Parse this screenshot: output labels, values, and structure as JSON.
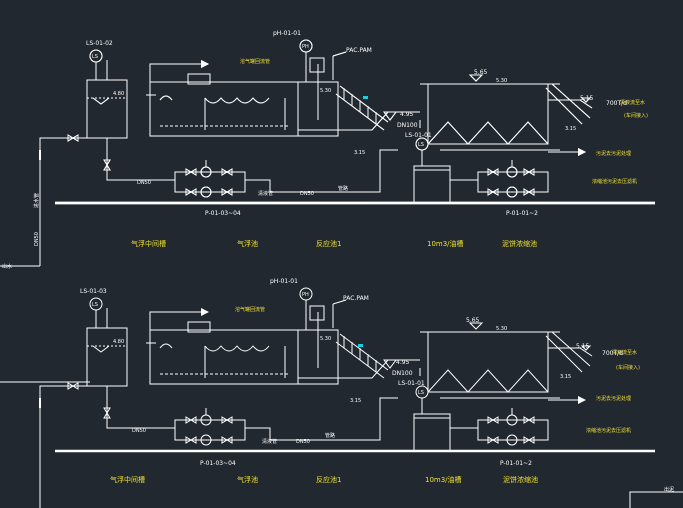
{
  "colors": {
    "background": "#212830",
    "line": "#ffffff",
    "accent_text": "#f0e030",
    "cyan": "#19d0e0"
  },
  "units": [
    {
      "level_switch_left": "LS-01-02",
      "level_switch_left_symbol": "LS",
      "ph_tag": "pH-01-01",
      "ph_symbol": "PH",
      "dosing": "PAC.PAM",
      "flotation_note": "溶气罐回流管",
      "tank_level_left": "4.80",
      "tank_level_right": "5.30",
      "settler_level_top": "5.65",
      "settler_level_mid": "5.30",
      "settler_level_right": "5.15",
      "settler_level_low": "3.15",
      "elev_inlet": "4.95",
      "pipe_dn": "DN100",
      "level_switch_right": "LS-01-01",
      "level_switch_right_symbol": "LS",
      "flow": "700T/d",
      "discharge": "清液流至水",
      "discharge_note": "(车间接入)",
      "sludge_return": "污泥去污泥处理",
      "sludge_note": "浓缩池污泥去压滤机",
      "elev_bottom": "3.15",
      "pipe_mid": "DN50",
      "pipe_label_a": "DN50",
      "pipe_label_b": "清液管",
      "pipe_label_c": "管路",
      "pump_tag_left": "P-01-03~04",
      "pump_tag_right": "P-01-01~2",
      "labels": [
        "气浮中间槽",
        "气浮池",
        "反应池1",
        "10m3/油槽",
        "泥饼浓缩池"
      ]
    },
    {
      "level_switch_left": "LS-01-03",
      "level_switch_left_symbol": "LS",
      "ph_tag": "pH-01-01",
      "ph_symbol": "PH",
      "dosing": "PAC.PAM",
      "flotation_note": "溶气罐回流管",
      "tank_level_left": "4.80",
      "tank_level_right": "5.30",
      "settler_level_top": "5.65",
      "settler_level_mid": "5.30",
      "settler_level_right": "5.15",
      "settler_level_low": "3.15",
      "elev_inlet": "4.95",
      "pipe_dn": "DN100",
      "level_switch_right": "LS-01-01",
      "level_switch_right_symbol": "LS",
      "flow": "700T/d",
      "discharge": "清液流至水",
      "discharge_note": "(车间接入)",
      "sludge_return": "污泥去污泥处理",
      "sludge_note": "浓缩池污泥去压滤机",
      "elev_bottom": "3.15",
      "pipe_mid": "DN50",
      "pipe_label_a": "DN50",
      "pipe_label_b": "清液管",
      "pipe_label_c": "管路",
      "pump_tag_left": "P-01-03~04",
      "pump_tag_right": "P-01-01~2",
      "labels": [
        "气浮中间槽",
        "气浮池",
        "反应池1",
        "10m3/油槽",
        "泥饼浓缩池"
      ]
    }
  ],
  "side": {
    "left_pipe_a": "进水管",
    "left_pipe_b": "DN50",
    "outlet_tag": "出水",
    "corner_tag": "出泥"
  }
}
